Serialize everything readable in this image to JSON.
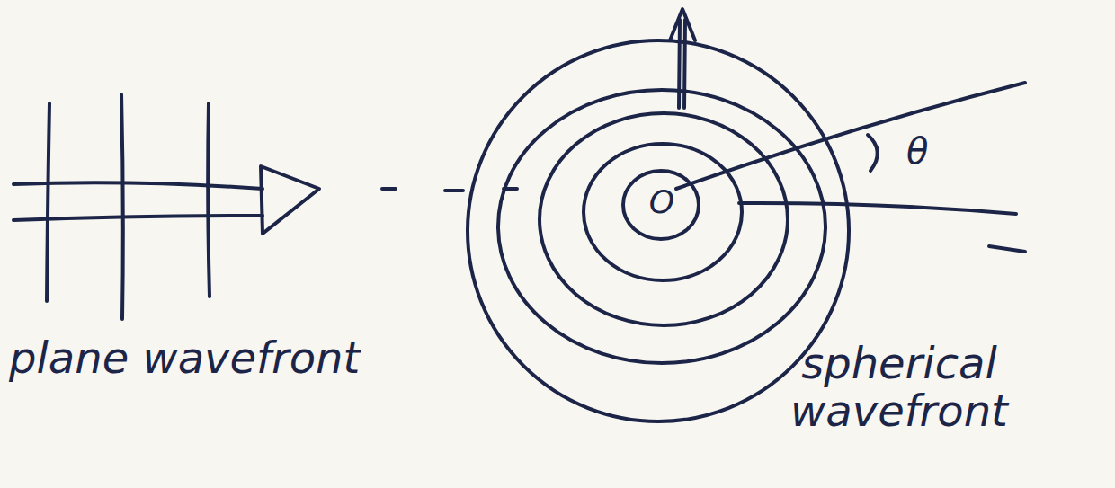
{
  "diagram": {
    "labels": [
      "plane wavefront",
      "O",
      "θ",
      "spherical wavefront"
    ]
  }
}
